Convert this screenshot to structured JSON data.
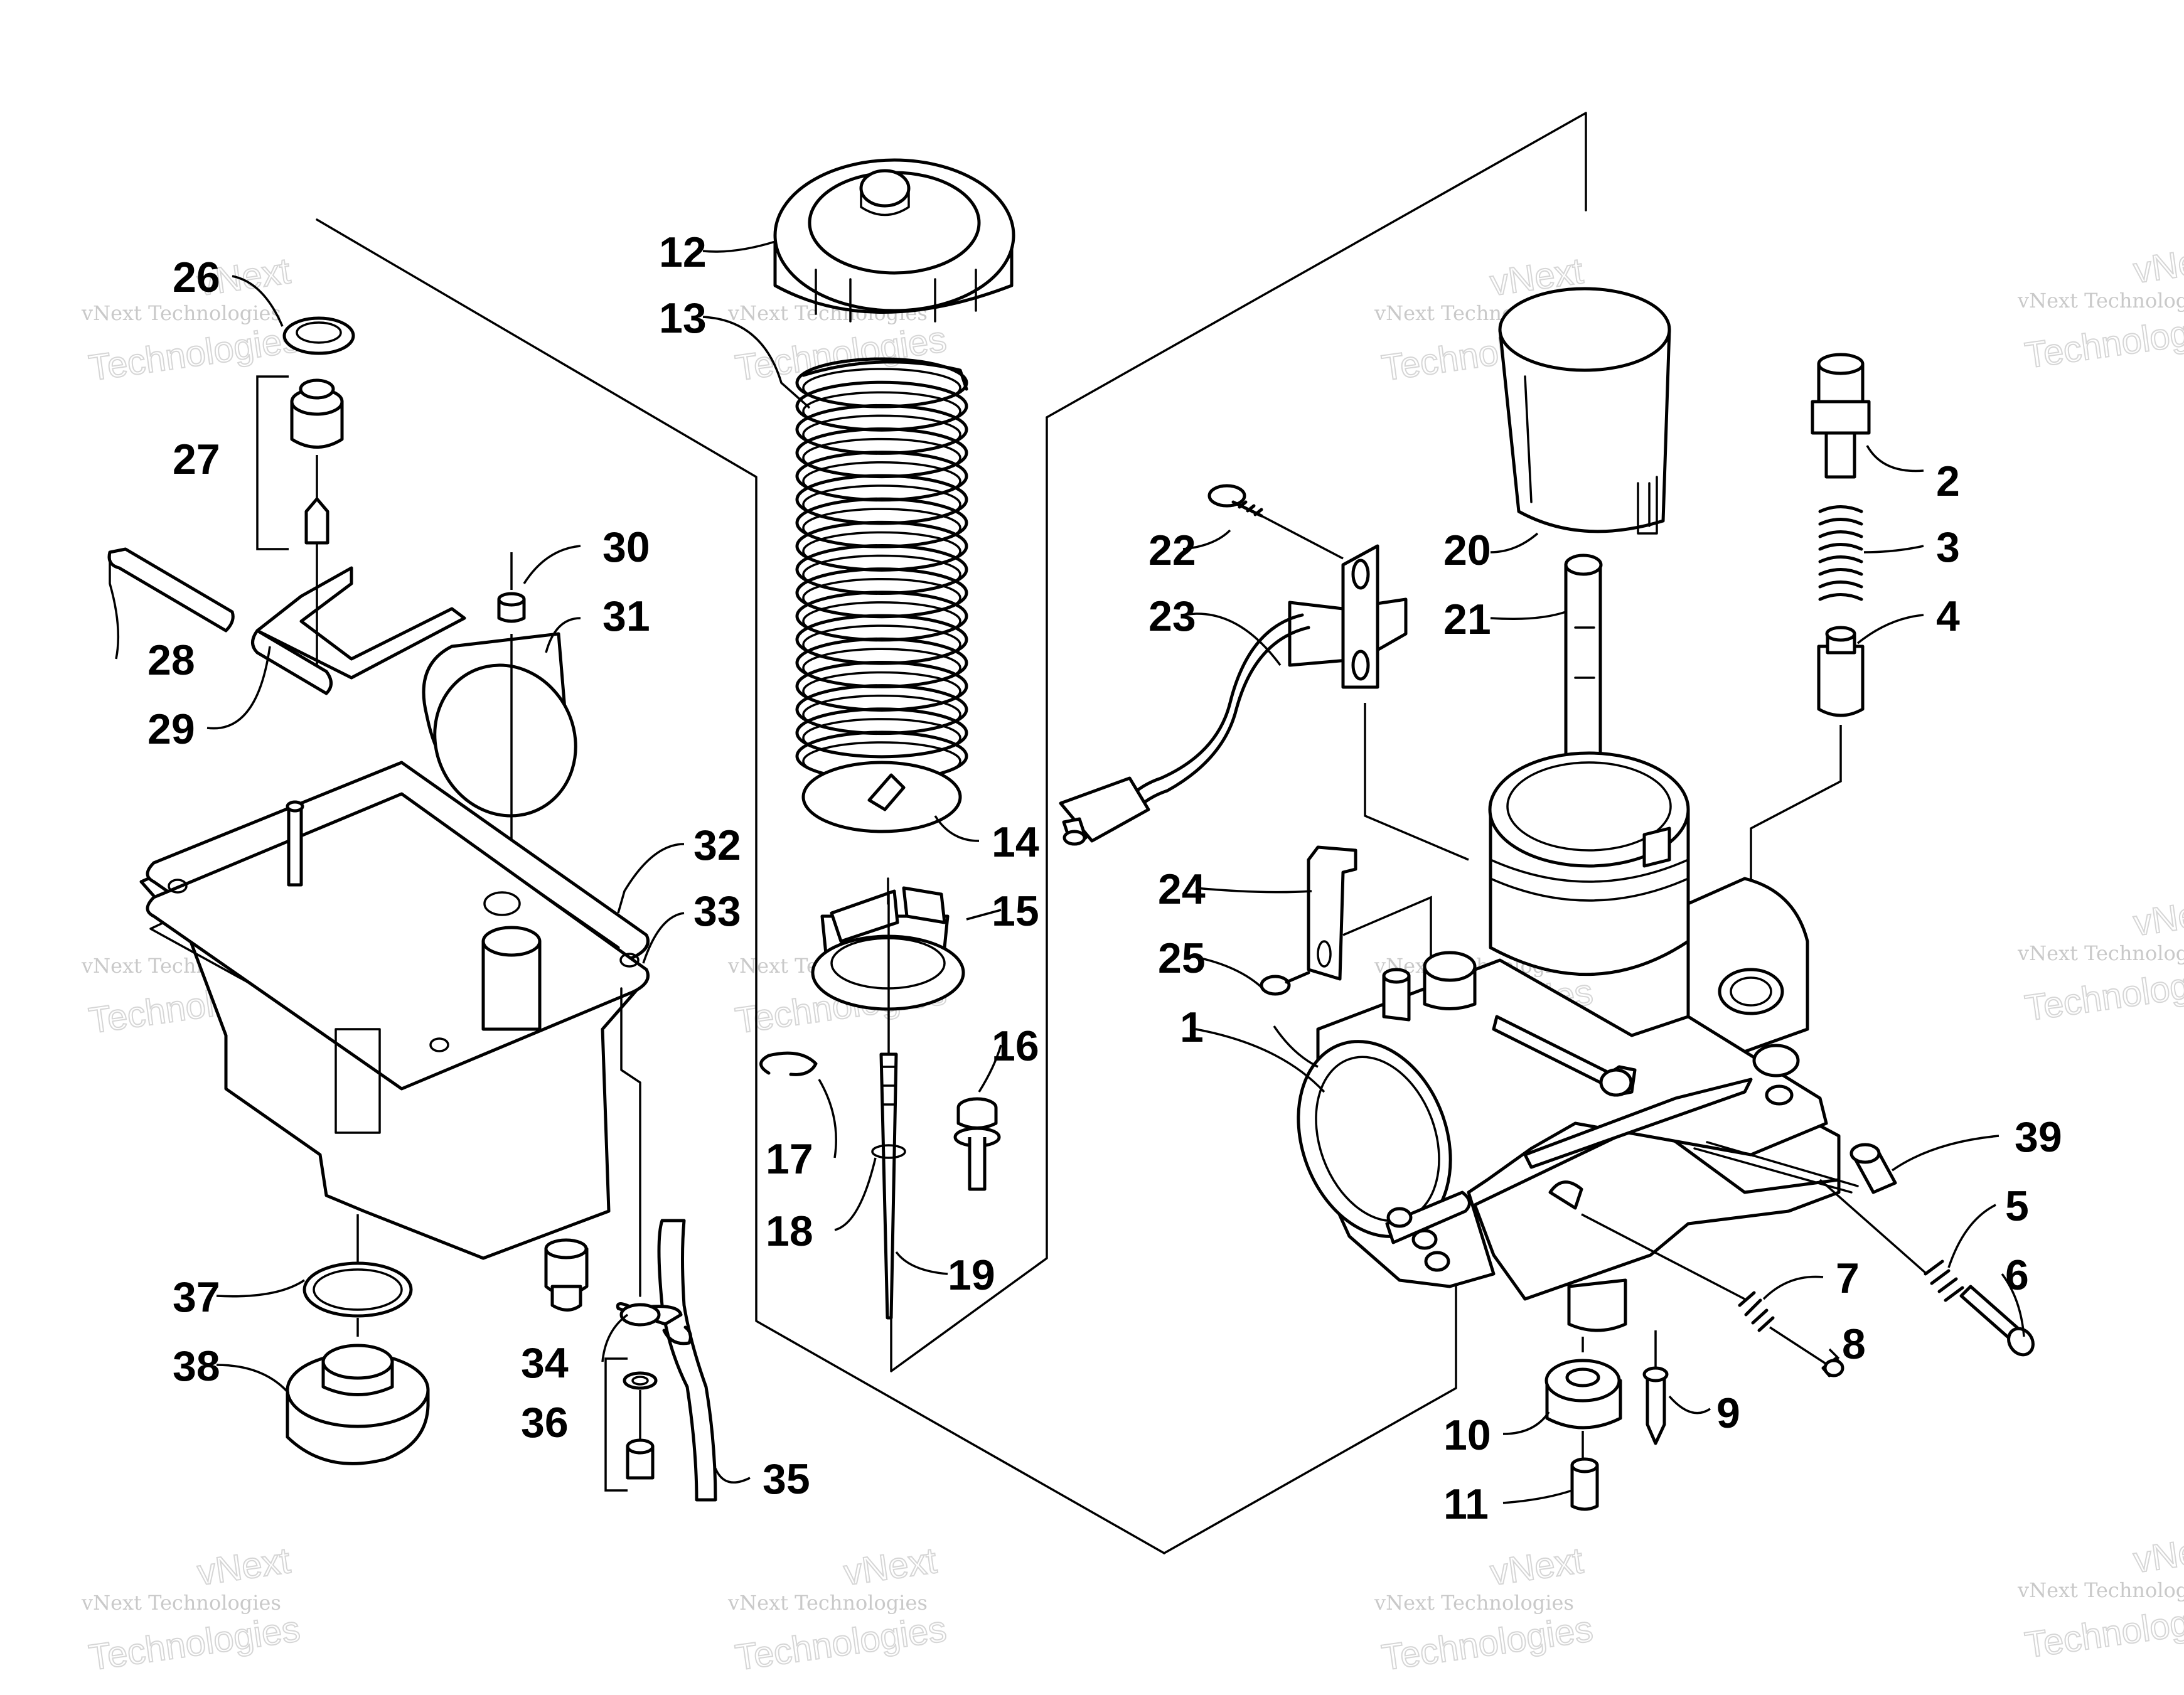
{
  "labels": [
    "1",
    "2",
    "3",
    "4",
    "5",
    "6",
    "7",
    "8",
    "9",
    "10",
    "11",
    "12",
    "13",
    "14",
    "15",
    "16",
    "17",
    "18",
    "19",
    "20",
    "21",
    "22",
    "23",
    "24",
    "25",
    "26",
    "27",
    "28",
    "29",
    "30",
    "31",
    "32",
    "33",
    "34",
    "35",
    "36",
    "37",
    "38",
    "39"
  ],
  "watermark": {
    "line1": "vNext Technologies",
    "line2": "vNext",
    "line3": "Technologies"
  }
}
